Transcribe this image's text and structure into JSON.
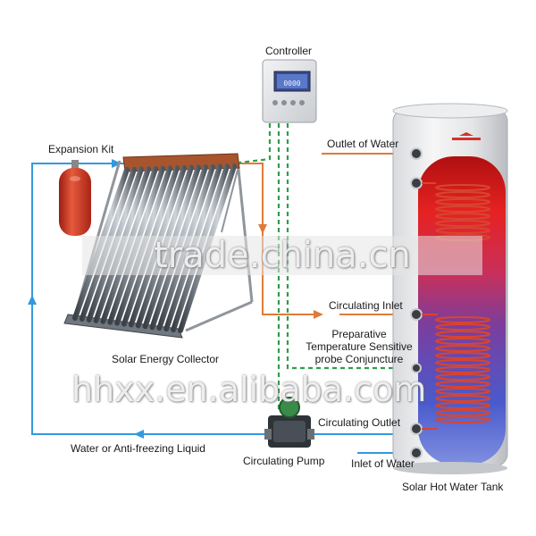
{
  "labels": {
    "controller": "Controller",
    "expansion_kit": "Expansion Kit",
    "outlet_of_water": "Outlet of Water",
    "circulating_inlet": "Circulating Inlet",
    "probe_line1": "Preparative",
    "probe_line2": "Temperature Sensitive",
    "probe_line3": "probe Conjuncture",
    "solar_collector": "Solar Energy Collector",
    "circulating_outlet": "Circulating Outlet",
    "water_or_antifreeze": "Water or Anti-freezing Liquid",
    "circulating_pump": "Circulating Pump",
    "inlet_of_water": "Inlet of Water",
    "tank": "Solar Hot Water Tank"
  },
  "watermarks": {
    "primary": "trade.china.cn",
    "secondary": "hhxx.en.alibaba.com"
  },
  "controller_display": "0000",
  "colors": {
    "blue_line": "#3399dd",
    "orange_line": "#e07a3a",
    "green_dash": "#2e9e4a",
    "tank_hot": "#d4201e",
    "tank_cold": "#5a4fb8",
    "coil": "#c83a2a",
    "expansion_tank": "#d8402c"
  }
}
